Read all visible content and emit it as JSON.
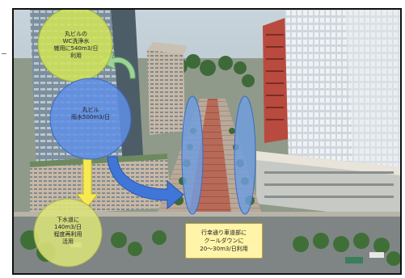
{
  "header_text": "",
  "bubbles": [
    {
      "text": "丸ビルの\nWC洗浄水\n雑用に540m3/日\n利用"
    },
    {
      "text": "丸ビル\n雨水500m3/日"
    },
    {
      "text": "下水道に\n140m3/日\n程度再利用\n活用"
    }
  ],
  "callout": {
    "text": "行幸通り車道部に\nクールダウンに\n20〜30m3/日利用"
  },
  "colors": {
    "bubble_green": "#cfe25a",
    "bubble_blue": "#5f8fe6",
    "bubble_yellow_green": "#dbe37a",
    "arrow_green": "#9fd29a",
    "arrow_blue": "#3f76d8",
    "arrow_yellow": "#f6ea52",
    "ellipse_blue": "#6f9ee0",
    "callout_yellow": "#fff4a8"
  }
}
